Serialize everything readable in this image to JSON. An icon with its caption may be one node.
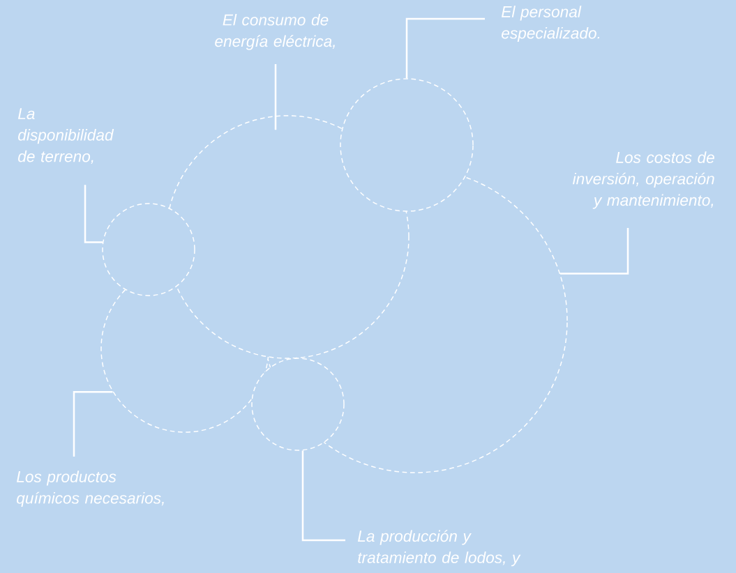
{
  "diagram": {
    "nodes": [
      {
        "text": [
          "El consumo de energía eléctrica,"
        ]
      },
      {
        "text": [
          "El personal especializado."
        ]
      },
      {
        "text": [
          "La disponibilidad de terreno,"
        ]
      },
      {
        "text": [
          "Los costos de inversión, operación y mantenimiento,"
        ]
      },
      {
        "text": [
          "Los productos químicos necesarios,"
        ]
      },
      {
        "text": [
          "La producción y tratamiento de lodos, y"
        ]
      },
      {
        "text": [],
        "shape": "circle"
      },
      {
        "text": [],
        "shape": "circle"
      },
      {
        "text": [],
        "shape": "circle"
      },
      {
        "text": [],
        "shape": "circle"
      },
      {
        "text": [],
        "shape": "circle"
      },
      {
        "text": [],
        "shape": "circle"
      }
    ],
    "edges": [
      {
        "from": 0,
        "to": 7,
        "arrow": "none"
      },
      {
        "from": 1,
        "to": 6,
        "arrow": "none"
      },
      {
        "from": 2,
        "to": 9,
        "arrow": "none"
      },
      {
        "from": 3,
        "to": 8,
        "arrow": "none"
      },
      {
        "from": 4,
        "to": 10,
        "arrow": "none"
      },
      {
        "from": 5,
        "to": 11,
        "arrow": "none"
      }
    ]
  }
}
